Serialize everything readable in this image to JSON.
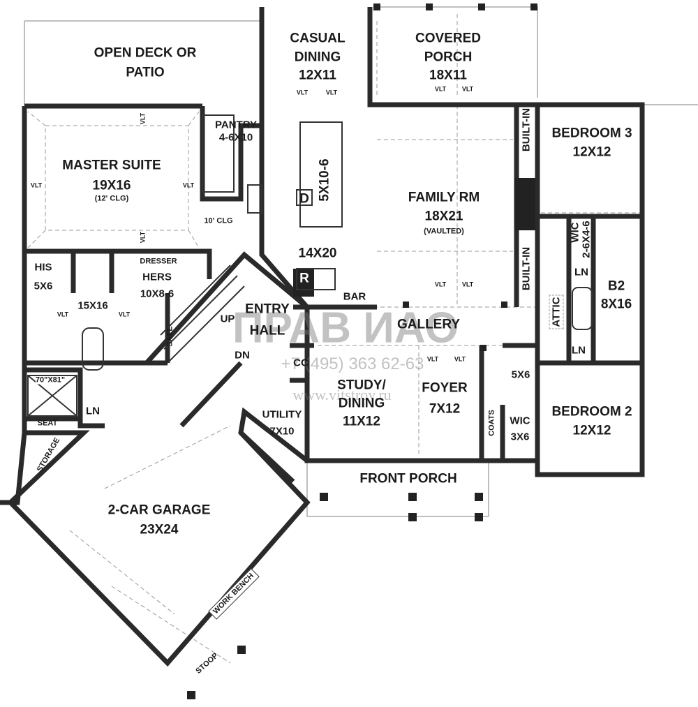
{
  "rooms": {
    "deck": {
      "l1": "OPEN DECK OR",
      "l2": "PATIO"
    },
    "casual_dining": {
      "name1": "CASUAL",
      "name2": "DINING",
      "size": "12X11"
    },
    "covered_porch": {
      "name1": "COVERED",
      "name2": "PORCH",
      "size": "18X11"
    },
    "master": {
      "name": "MASTER SUITE",
      "size": "19X16",
      "note": "(12' CLG)"
    },
    "pantry": {
      "name": "PANTRY",
      "size": "4-6X10"
    },
    "island": {
      "size": "5X10-6",
      "d": "D"
    },
    "kitchen": {
      "size": "14X20",
      "clg": "10' CLG"
    },
    "family": {
      "name": "FAMILY RM",
      "size": "18X21",
      "note": "(VAULTED)",
      "builtin1": "BUILT-IN",
      "builtin2": "BUILT-IN"
    },
    "bedroom3": {
      "name": "BEDROOM 3",
      "size": "12X12"
    },
    "wic1": {
      "name": "WIC",
      "size": "2-6X4-6"
    },
    "ln1": "LN",
    "ln2": "LN",
    "ln3": "LN",
    "b2": {
      "name": "B2",
      "size": "8X16"
    },
    "attic": "ATTIC",
    "his": {
      "name": "HIS",
      "size": "5X6"
    },
    "hers": {
      "dresser": "DRESSER",
      "name": "HERS",
      "size": "10X8-6"
    },
    "master_bath": {
      "size": "15X16",
      "shower": "70\"X81\"",
      "seat": "SEAT",
      "safe": "SAFE"
    },
    "storage": "STORAGE",
    "entry": {
      "l1": "ENTRY",
      "l2": "HALL",
      "up": "UP",
      "dn": "DN"
    },
    "r": "R",
    "bar": "BAR",
    "gallery": "GALLERY",
    "cc": "CC",
    "study": {
      "l1": "STUDY/",
      "l2": "DINING",
      "size": "11X12"
    },
    "foyer": {
      "name": "FOYER",
      "size": "7X12"
    },
    "powder": {
      "size": "5X6"
    },
    "utility": {
      "name": "UTILITY",
      "size": "7X10"
    },
    "coats": "COATS",
    "wic2": {
      "name": "WIC",
      "size": "3X6"
    },
    "bedroom2": {
      "name": "BEDROOM 2",
      "size": "12X12"
    },
    "front_porch": "FRONT PORCH",
    "garage": {
      "name": "2-CAR GARAGE",
      "size": "23X24",
      "bench": "WORK BENCH",
      "stoop": "STOOP"
    },
    "vlt": "VLT"
  },
  "watermark": {
    "logo": "ПРАВ ИАО",
    "phone": "+7 (495) 363 62-63",
    "url": "www.vitstroy.ru"
  },
  "colors": {
    "wall": "#2a2a2a",
    "dash": "#999999",
    "watermark": "#888888"
  }
}
